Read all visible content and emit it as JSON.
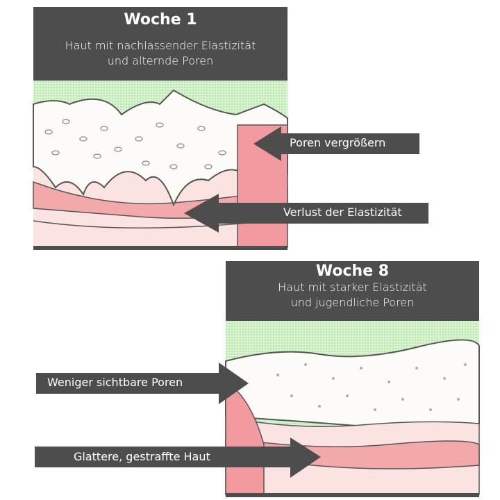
{
  "week1": {
    "title": "Woche 1",
    "subtitle_line1": "Haut mit nachlassender Elastizität",
    "subtitle_line2": "und alternde Poren",
    "callouts": [
      "Poren vergrößern",
      "Verlust der Elastizität"
    ]
  },
  "week8": {
    "title": "Woche 8",
    "subtitle_line1": "Haut mit starker Elastizität",
    "subtitle_line2": "und jugendliche Poren",
    "callouts": [
      "Weniger sichtbare Poren",
      "Glattere, gestraffte Haut"
    ]
  },
  "colors": {
    "header": "#4d4d4d",
    "green_layer": "#c9edc0",
    "pink_layer": "#f5b8b8",
    "arrow": "#4d4d4d"
  }
}
